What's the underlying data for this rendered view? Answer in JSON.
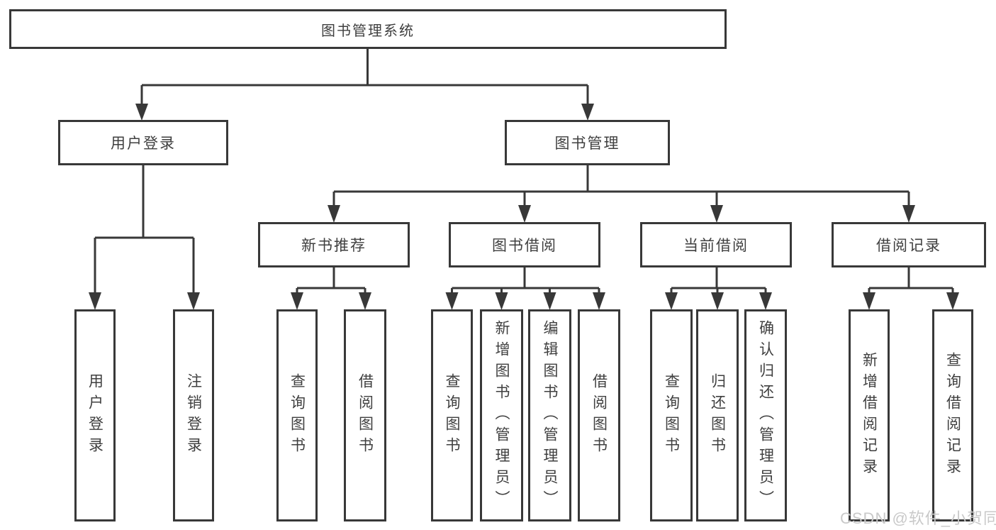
{
  "diagram": {
    "root": {
      "label": "图书管理系统"
    },
    "branches": [
      {
        "label": "用户登录",
        "children": [
          {
            "label": "用户登录"
          },
          {
            "label": "注销登录"
          }
        ]
      },
      {
        "label": "图书管理",
        "children": [
          {
            "label": "新书推荐",
            "children": [
              {
                "label": "查询图书"
              },
              {
                "label": "借阅图书"
              }
            ]
          },
          {
            "label": "图书借阅",
            "children": [
              {
                "label": "查询图书"
              },
              {
                "label": "新增图书（管理员）"
              },
              {
                "label": "编辑图书（管理员）"
              },
              {
                "label": "借阅图书"
              }
            ]
          },
          {
            "label": "当前借阅",
            "children": [
              {
                "label": "查询图书"
              },
              {
                "label": "归还图书"
              },
              {
                "label": "确认归还（管理员）"
              }
            ]
          },
          {
            "label": "借阅记录",
            "children": [
              {
                "label": "新增借阅记录"
              },
              {
                "label": "查询借阅记录"
              }
            ]
          }
        ]
      }
    ]
  },
  "watermark": {
    "text": "CSDN @软件_小贺同学"
  },
  "colors": {
    "line": "#383838",
    "text": "#3f3f3f",
    "background": "#ffffff",
    "watermark": "#c9c9c9"
  }
}
